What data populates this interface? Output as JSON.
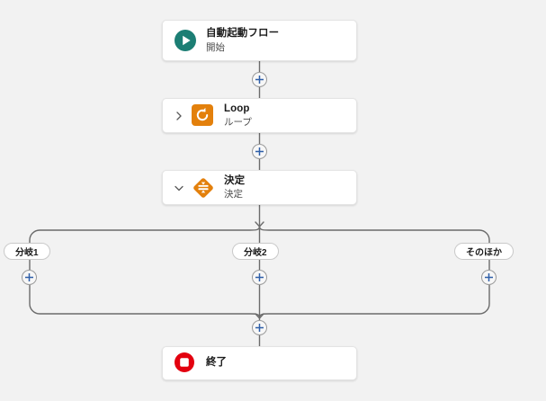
{
  "canvas": {
    "background_color": "#f2f2f2",
    "edge_color": "#6b6b6b",
    "plus_color": "#2f5fa8"
  },
  "nodes": [
    {
      "id": "start",
      "icon": "play-circle-icon",
      "icon_color": "#1c7e74",
      "title": "自動起動フロー",
      "subtitle": "開始",
      "chevron": "none"
    },
    {
      "id": "loop",
      "icon": "loop-refresh-icon",
      "icon_color": "#e3800c",
      "title": "Loop",
      "subtitle": "ループ",
      "chevron": "collapsed"
    },
    {
      "id": "decision",
      "icon": "decision-diamond-icon",
      "icon_color": "#e3800c",
      "title": "決定",
      "subtitle": "決定",
      "chevron": "expanded"
    },
    {
      "id": "end",
      "icon": "stop-circle-icon",
      "icon_color": "#e3000f",
      "title": "終了",
      "subtitle": "",
      "chevron": "none"
    }
  ],
  "branches": [
    {
      "id": "branch-1",
      "label": "分岐1"
    },
    {
      "id": "branch-2",
      "label": "分岐2"
    },
    {
      "id": "branch-other",
      "label": "そのほか"
    }
  ],
  "add_buttons": [
    {
      "id": "add-after-start",
      "label": "+"
    },
    {
      "id": "add-after-loop",
      "label": "+"
    },
    {
      "id": "add-in-branch-1",
      "label": "+"
    },
    {
      "id": "add-in-branch-2",
      "label": "+"
    },
    {
      "id": "add-in-branch-other",
      "label": "+"
    },
    {
      "id": "add-after-merge",
      "label": "+"
    }
  ]
}
